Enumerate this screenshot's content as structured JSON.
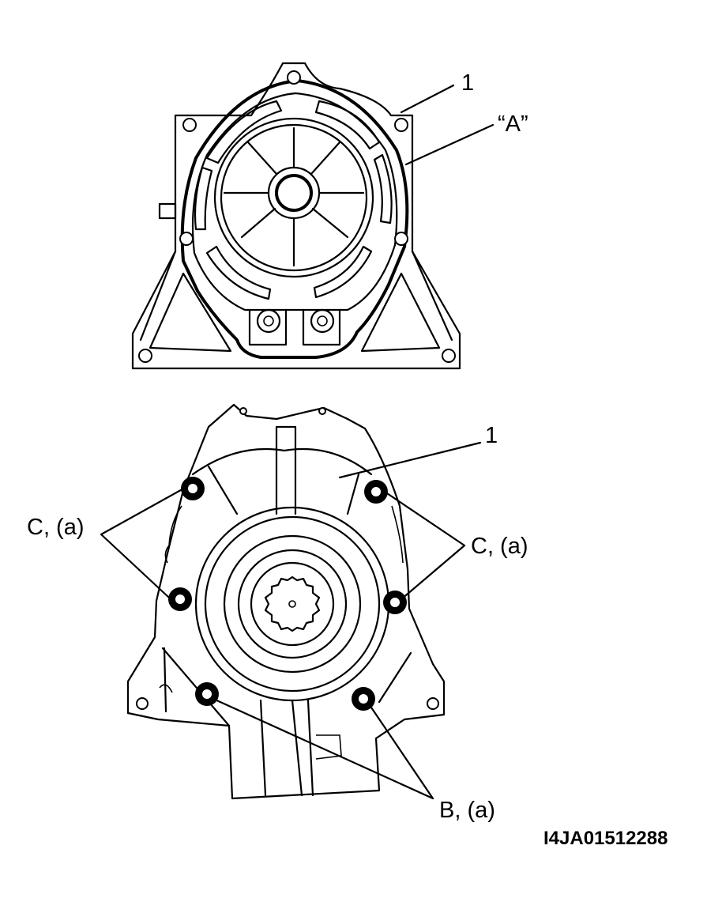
{
  "labels": {
    "top_part": "1",
    "gasket": "“A”",
    "bottom_part": "1",
    "bolts_c_left": "C,  (a)",
    "bolts_c_right": "C,  (a)",
    "bolts_b": "B,  (a)"
  },
  "figure_code": "I4JA01512288",
  "colors": {
    "line": "#000000",
    "background": "#ffffff"
  }
}
